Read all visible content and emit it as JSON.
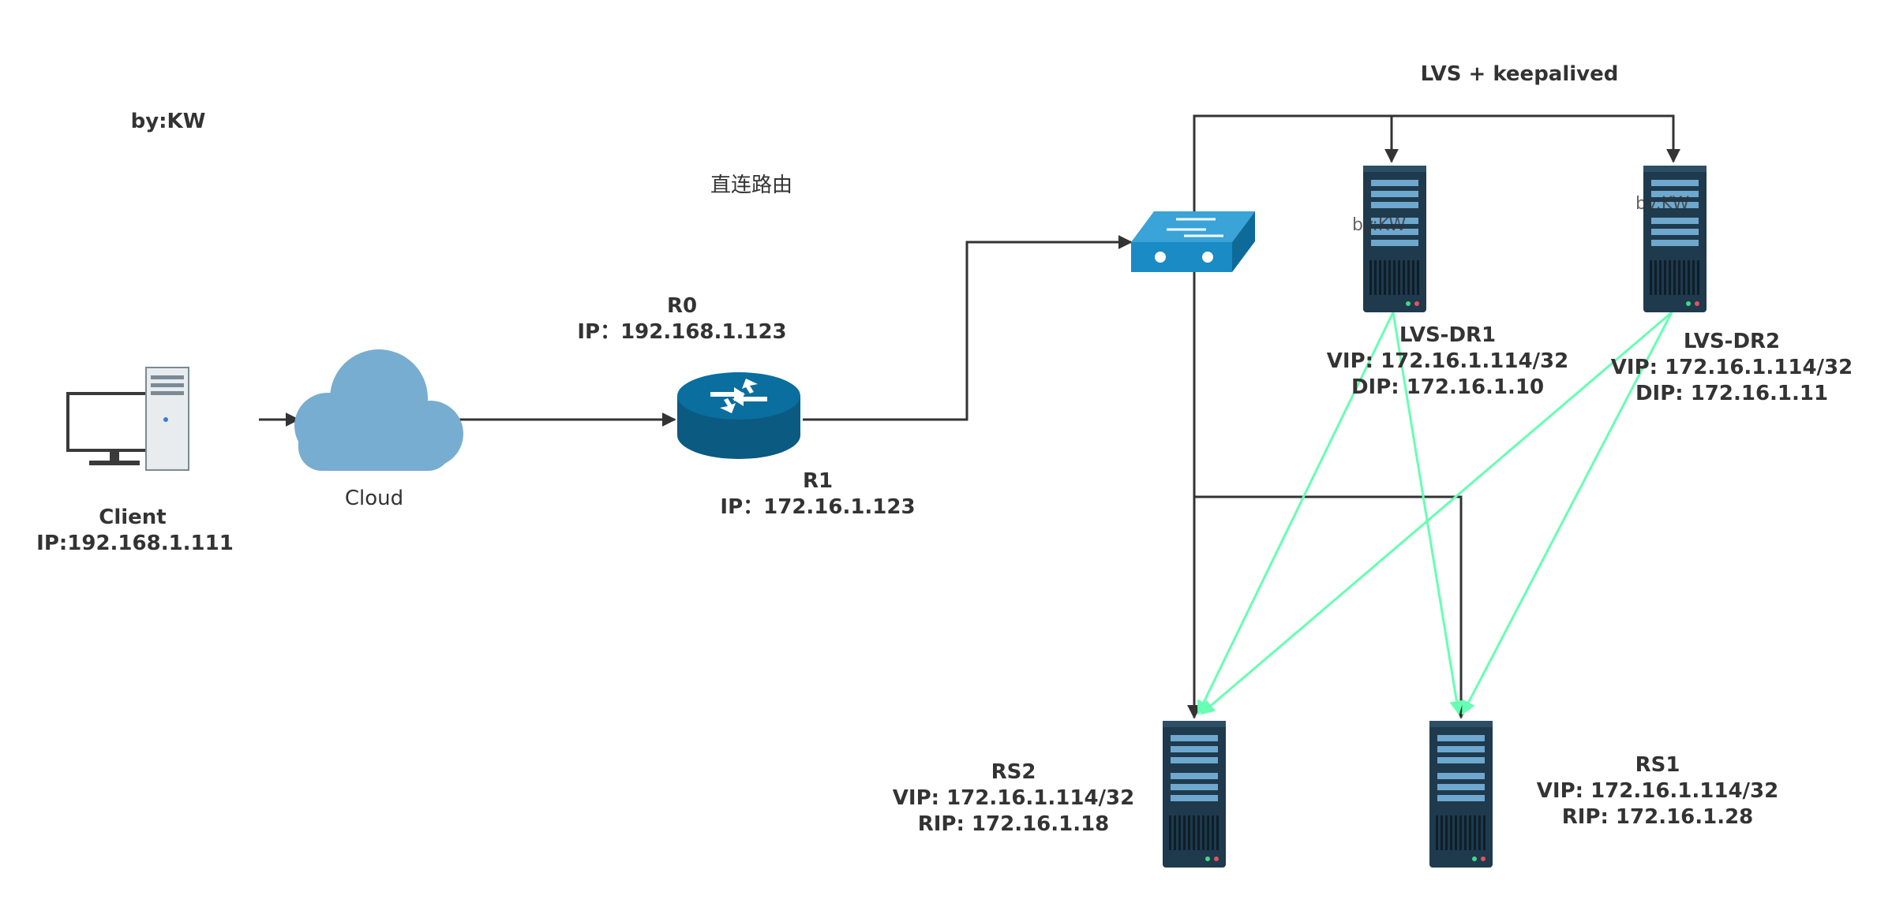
{
  "title": "LVS + keepalived",
  "author": "by:KW",
  "direct_route_label": "直连路由",
  "watermark": "by:KW",
  "nodes": {
    "client": {
      "name": "Client",
      "ip": "IP:192.168.1.111"
    },
    "cloud": {
      "name": "Cloud"
    },
    "router": {
      "r0_name": "R0",
      "r0_ip": "IP：192.168.1.123",
      "r1_name": "R1",
      "r1_ip": "IP：172.16.1.123"
    },
    "switch": {
      "icon": "switch-icon"
    },
    "lvs_dr1": {
      "name": "LVS-DR1",
      "vip": "VIP: 172.16.1.114/32",
      "dip": "DIP: 172.16.1.10"
    },
    "lvs_dr2": {
      "name": "LVS-DR2",
      "vip": "VIP: 172.16.1.114/32",
      "dip": "DIP: 172.16.1.11"
    },
    "rs2": {
      "name": "RS2",
      "vip": "VIP: 172.16.1.114/32",
      "rip": "RIP: 172.16.1.18"
    },
    "rs1": {
      "name": "RS1",
      "vip": "VIP: 172.16.1.114/32",
      "rip": "RIP: 172.16.1.28"
    }
  },
  "colors": {
    "line": "#333333",
    "return_path": "#66FFB3",
    "server_body": "#1F3A4D",
    "router_blue": "#0A6E9E",
    "switch_blue": "#1A8BC4",
    "cloud": "#77ADD0"
  }
}
